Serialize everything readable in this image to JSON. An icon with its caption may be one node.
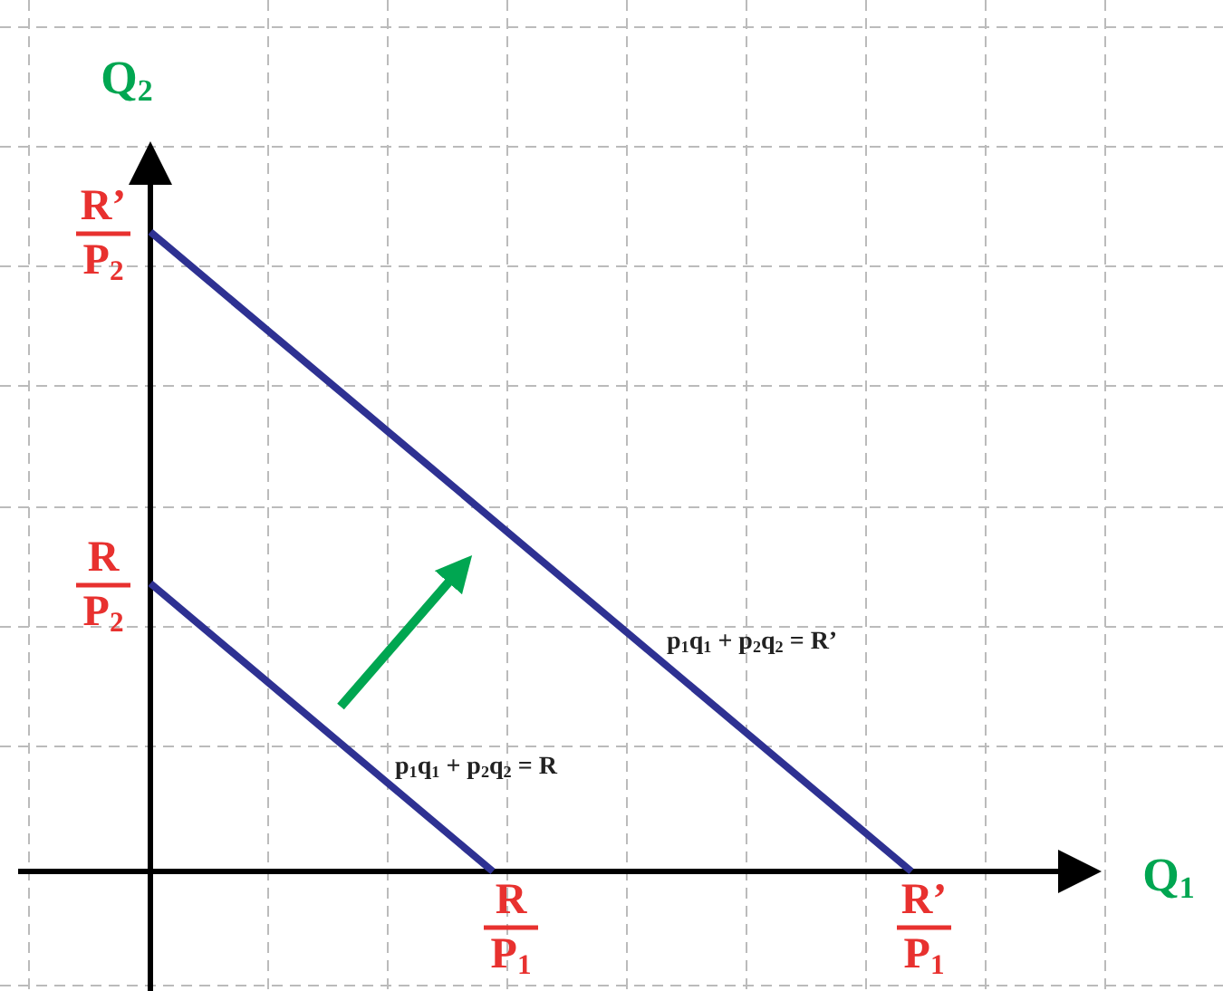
{
  "diagram": {
    "labels": [
      "Q$_{2}$",
      "R’",
      "P$_{2}$",
      "R",
      "P$_{2}$",
      "p$_{1}$q$_{1}$ + p$_{2}$q$_{2}$ = R’",
      "p$_{1}$q$_{1}$ + p$_{2}$q$_{2}$ = R",
      "Q$_{1}$",
      "R",
      "P$_{1}$",
      "R’",
      "P$_{1}$"
    ]
  }
}
